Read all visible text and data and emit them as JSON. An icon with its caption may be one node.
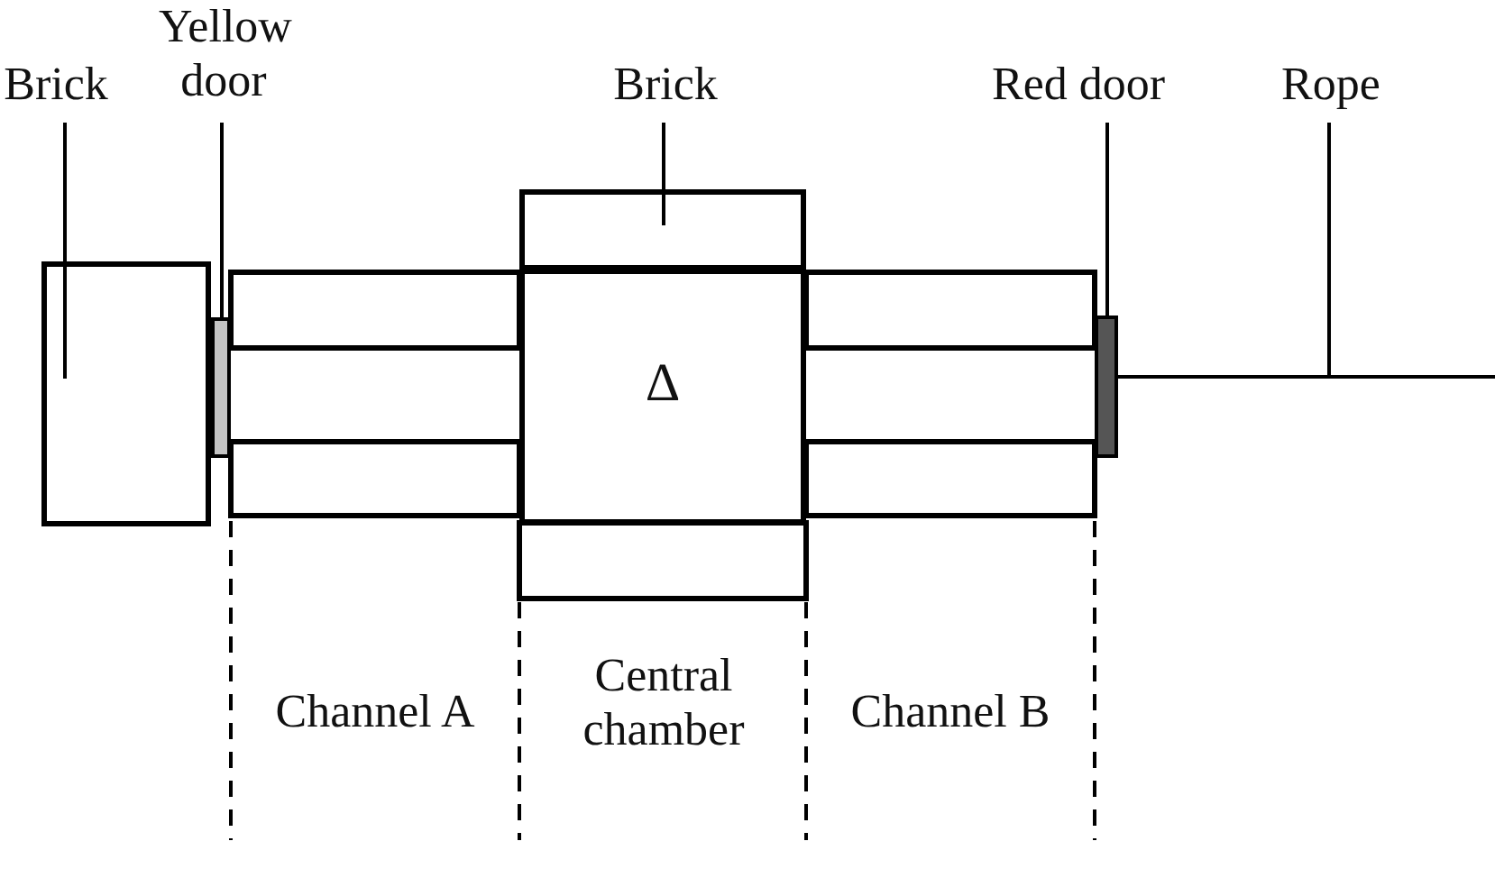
{
  "diagram": {
    "nodes": [
      {
        "text": [
          "Brick"
        ]
      },
      {
        "text": [
          "Yellow door"
        ]
      },
      {
        "text": [
          "Brick"
        ]
      },
      {
        "text": [
          "Red door"
        ]
      },
      {
        "text": [
          "Rope"
        ]
      },
      {
        "text": [],
        "shape": "box"
      },
      {
        "text": [],
        "shape": "bar"
      },
      {
        "text": [],
        "shape": "box"
      },
      {
        "text": [],
        "shape": "bar"
      },
      {
        "text": [],
        "shape": "line"
      },
      {
        "text": [
          "Δ"
        ]
      }
    ],
    "edges": [
      {
        "from": 0,
        "to": 5,
        "arrow": "none"
      },
      {
        "from": 1,
        "to": 6,
        "arrow": "none"
      },
      {
        "from": 2,
        "to": 7,
        "arrow": "none"
      },
      {
        "from": 3,
        "to": 8,
        "arrow": "none"
      },
      {
        "from": 4,
        "to": 9,
        "arrow": "none"
      }
    ],
    "labels": [
      "Channel A",
      "Central chamber",
      "Channel B"
    ]
  }
}
